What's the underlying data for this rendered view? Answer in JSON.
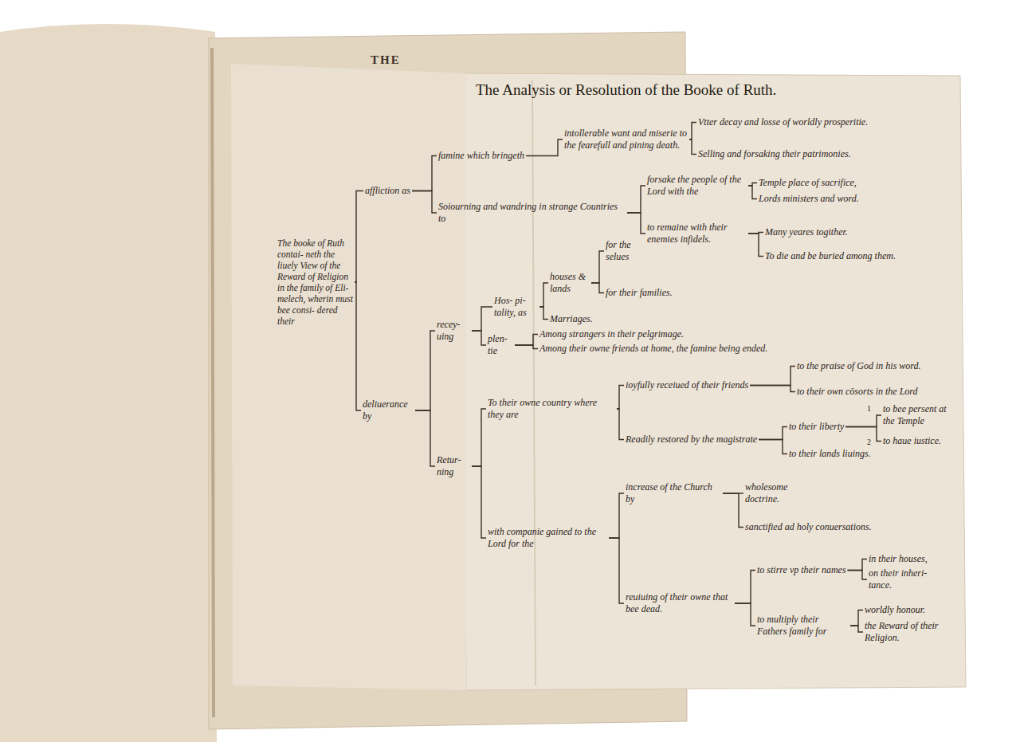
{
  "diagram": {
    "title": "The Analysis or Resolution of the Booke of Ruth.",
    "nodes": [
      {
        "text": [
          "The booke of Ruth contai- neth the liuely View of the Reward of Religion in the family of Eli- melech, wherin must bee consi- dered their"
        ]
      },
      {
        "text": [
          "affliction as"
        ]
      },
      {
        "text": [
          "famine which bringeth"
        ]
      },
      {
        "text": [
          "intollerable want and miserie to the fearefull and pining death."
        ]
      },
      {
        "text": [
          "Vtter decay and losse of worldly prosperitie."
        ]
      },
      {
        "text": [
          "Selling and forsaking their patrimonies."
        ]
      },
      {
        "text": [
          "Soiourning and wandring in strange Countries to"
        ]
      },
      {
        "text": [
          "forsake the people of the Lord with the"
        ]
      },
      {
        "text": [
          "Temple place of sacrifice,"
        ]
      },
      {
        "text": [
          "Lords ministers and word."
        ]
      },
      {
        "text": [
          "to remaine with their enemies infidels."
        ]
      },
      {
        "text": [
          "Many yeares togither."
        ]
      },
      {
        "text": [
          "To die and be buried among them."
        ]
      },
      {
        "text": [
          "deliuerance by"
        ]
      },
      {
        "text": [
          "recey- uing"
        ]
      },
      {
        "text": [
          "Hos- pi- tality, as"
        ]
      },
      {
        "text": [
          "houses & lands"
        ]
      },
      {
        "text": [
          "for the selues"
        ]
      },
      {
        "text": [
          "for their families."
        ]
      },
      {
        "text": [
          "Marriages."
        ]
      },
      {
        "text": [
          "plen- tie"
        ]
      },
      {
        "text": [
          "Among strangers in their pelgrimage."
        ]
      },
      {
        "text": [
          "Among their owne friends at home, the famine being ended."
        ]
      },
      {
        "text": [
          "Retur- ning"
        ]
      },
      {
        "text": [
          "To their owne country where they are"
        ]
      },
      {
        "text": [
          "ioyfully receiued of their friends"
        ]
      },
      {
        "text": [
          "to the praise of God in his word."
        ]
      },
      {
        "text": [
          "to their own cōsorts in the Lord"
        ]
      },
      {
        "text": [
          "Readily restored by the magistrate"
        ]
      },
      {
        "text": [
          "to their liberty"
        ]
      },
      {
        "text": [
          "to bee persent at the Temple"
        ]
      },
      {
        "text": [
          "to haue iustice."
        ]
      },
      {
        "text": [
          "to their lands liuings."
        ]
      },
      {
        "text": [
          "with companie gained to the Lord for the"
        ]
      },
      {
        "text": [
          "increase of the Church by"
        ]
      },
      {
        "text": [
          "wholesome doctrine."
        ]
      },
      {
        "text": [
          "sanctified ad holy conuersations."
        ]
      },
      {
        "text": [
          "reuiuing of their owne that bee dead."
        ]
      },
      {
        "text": [
          "to stirre vp their names"
        ]
      },
      {
        "text": [
          "in their houses,"
        ]
      },
      {
        "text": [
          "on their inheri- tance."
        ]
      },
      {
        "text": [
          "to multiply their Fathers family for"
        ]
      },
      {
        "text": [
          "worldly honour."
        ]
      },
      {
        "text": [
          "the Reward of their Religion."
        ]
      }
    ],
    "edges": [
      {
        "from": 0,
        "to": 1,
        "arrow": "none"
      },
      {
        "from": 0,
        "to": 13,
        "arrow": "none"
      },
      {
        "from": 1,
        "to": 2,
        "arrow": "none"
      },
      {
        "from": 1,
        "to": 6,
        "arrow": "none"
      },
      {
        "from": 2,
        "to": 3,
        "arrow": "none"
      },
      {
        "from": 3,
        "to": 4,
        "arrow": "none"
      },
      {
        "from": 3,
        "to": 5,
        "arrow": "none"
      },
      {
        "from": 6,
        "to": 7,
        "arrow": "none"
      },
      {
        "from": 6,
        "to": 10,
        "arrow": "none"
      },
      {
        "from": 7,
        "to": 8,
        "arrow": "none"
      },
      {
        "from": 7,
        "to": 9,
        "arrow": "none"
      },
      {
        "from": 10,
        "to": 11,
        "arrow": "none"
      },
      {
        "from": 10,
        "to": 12,
        "arrow": "none"
      },
      {
        "from": 13,
        "to": 14,
        "arrow": "none"
      },
      {
        "from": 13,
        "to": 23,
        "arrow": "none"
      },
      {
        "from": 14,
        "to": 15,
        "arrow": "none"
      },
      {
        "from": 14,
        "to": 20,
        "arrow": "none"
      },
      {
        "from": 15,
        "to": 16,
        "arrow": "none"
      },
      {
        "from": 15,
        "to": 19,
        "arrow": "none"
      },
      {
        "from": 16,
        "to": 17,
        "arrow": "none"
      },
      {
        "from": 16,
        "to": 18,
        "arrow": "none"
      },
      {
        "from": 20,
        "to": 21,
        "arrow": "none"
      },
      {
        "from": 20,
        "to": 22,
        "arrow": "none"
      },
      {
        "from": 23,
        "to": 24,
        "arrow": "none"
      },
      {
        "from": 23,
        "to": 33,
        "arrow": "none"
      },
      {
        "from": 24,
        "to": 25,
        "arrow": "none"
      },
      {
        "from": 24,
        "to": 28,
        "arrow": "none"
      },
      {
        "from": 25,
        "to": 26,
        "arrow": "none"
      },
      {
        "from": 25,
        "to": 27,
        "arrow": "none"
      },
      {
        "from": 28,
        "to": 29,
        "arrow": "none"
      },
      {
        "from": 28,
        "to": 32,
        "arrow": "none"
      },
      {
        "from": 29,
        "to": 30,
        "arrow": "none"
      },
      {
        "from": 29,
        "to": 31,
        "arrow": "none"
      },
      {
        "from": 33,
        "to": 34,
        "arrow": "none"
      },
      {
        "from": 33,
        "to": 37,
        "arrow": "none"
      },
      {
        "from": 34,
        "to": 35,
        "arrow": "none"
      },
      {
        "from": 34,
        "to": 36,
        "arrow": "none"
      },
      {
        "from": 37,
        "to": 38,
        "arrow": "none"
      },
      {
        "from": 37,
        "to": 41,
        "arrow": "none"
      },
      {
        "from": 38,
        "to": 39,
        "arrow": "none"
      },
      {
        "from": 38,
        "to": 40,
        "arrow": "none"
      },
      {
        "from": 41,
        "to": 42,
        "arrow": "none"
      },
      {
        "from": 41,
        "to": 43,
        "arrow": "none"
      }
    ],
    "labels": [
      "THE",
      "1",
      "2"
    ]
  }
}
